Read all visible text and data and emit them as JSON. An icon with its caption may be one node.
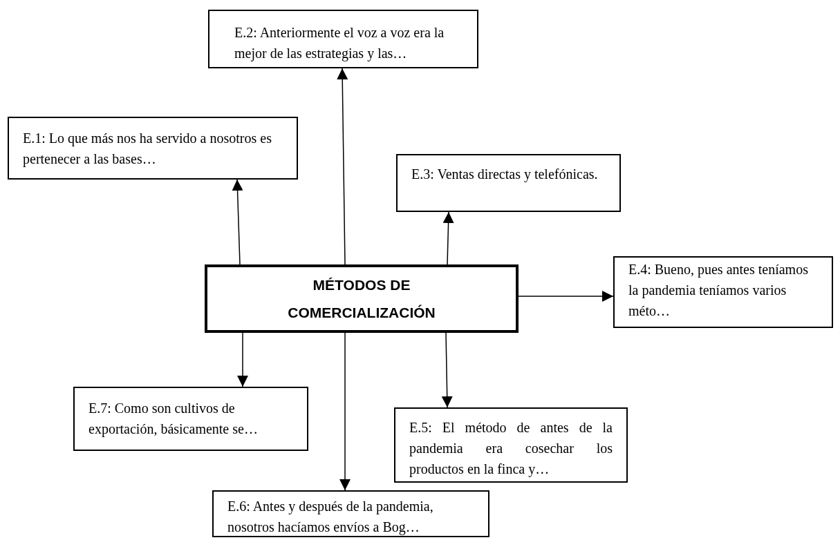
{
  "diagram": {
    "nodes": [
      {
        "text": [
          "E.2: Anteriormente el voz a voz era la mejor de las estrategias y las…"
        ]
      },
      {
        "text": [
          "E.1: Lo que más nos ha servido a nosotros es pertenecer a las bases…"
        ]
      },
      {
        "text": [
          "E.3: Ventas directas y telefónicas."
        ]
      },
      {
        "text": [
          "MÉTODOS DE COMERCIALIZACIÓN"
        ]
      },
      {
        "text": [
          "E.4: Bueno, pues antes teníamos la pandemia teníamos varios méto…"
        ]
      },
      {
        "text": [
          "E.7: Como son cultivos de exportación, básicamente se…"
        ]
      },
      {
        "text": [
          "E.5: El método de antes de la pandemia era cosechar los productos en la finca y…"
        ]
      },
      {
        "text": [
          "E.6: Antes y después de la pandemia, nosotros hacíamos envíos a Bog…"
        ]
      }
    ],
    "edges": [
      {
        "from": 3,
        "to": 1,
        "arrow": "to"
      },
      {
        "from": 3,
        "to": 0,
        "arrow": "to"
      },
      {
        "from": 3,
        "to": 2,
        "arrow": "to"
      },
      {
        "from": 3,
        "to": 4,
        "arrow": "to"
      },
      {
        "from": 3,
        "to": 5,
        "arrow": "to"
      },
      {
        "from": 3,
        "to": 7,
        "arrow": "to"
      },
      {
        "from": 3,
        "to": 6,
        "arrow": "to"
      }
    ]
  }
}
